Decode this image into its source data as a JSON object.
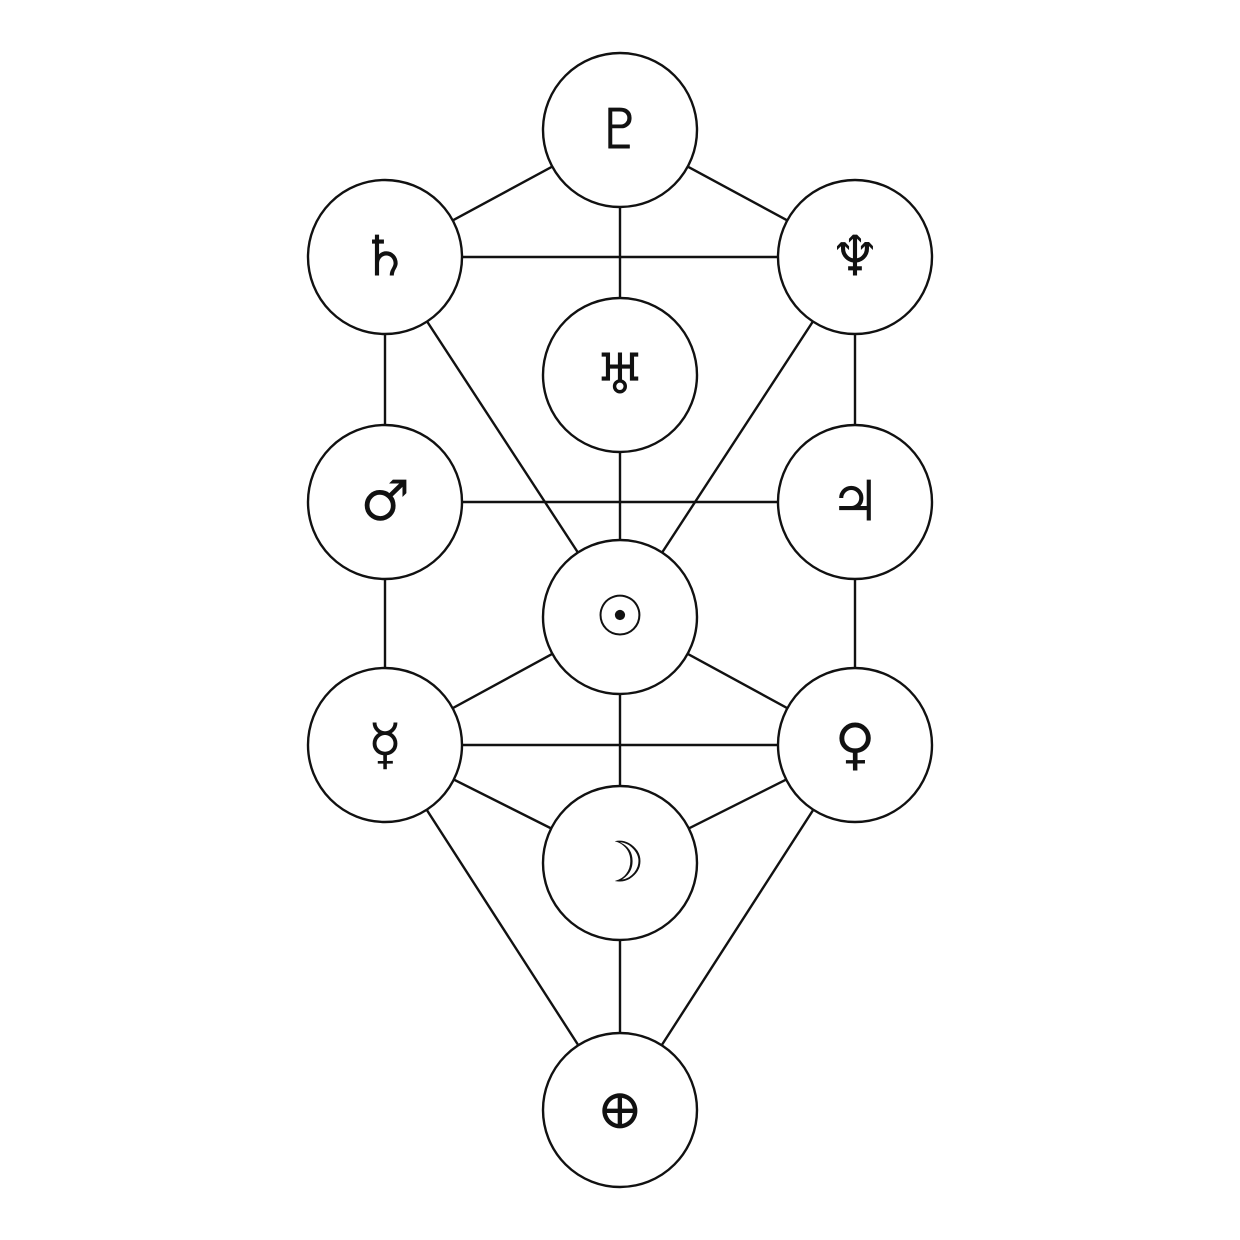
{
  "diagram": {
    "colors": {
      "stroke": "#111111",
      "node_fill": "#ffffff",
      "background": "#ffffff"
    },
    "nodes": [
      {
        "id": "top",
        "symbol": "♇",
        "icon": "pluto-symbol-icon"
      },
      {
        "id: ": "",
        "id": "upper-left",
        "symbol": "♄",
        "icon": "saturn-symbol-icon"
      },
      {
        "id": "upper-right",
        "symbol": "♆",
        "icon": "neptune-symbol-icon"
      },
      {
        "id": "center-upper",
        "symbol": "♅",
        "icon": "uranus-symbol-icon"
      },
      {
        "id": "mid-left",
        "symbol": "♂",
        "icon": "mars-symbol-icon"
      },
      {
        "id": "mid-right",
        "symbol": "♃",
        "icon": "jupiter-symbol-icon"
      },
      {
        "id": "center",
        "symbol": "☉",
        "icon": "sun-symbol-icon"
      },
      {
        "id": "lower-left",
        "symbol": "☿",
        "icon": "mercury-symbol-icon"
      },
      {
        "id": "lower-right",
        "symbol": "♀",
        "icon": "venus-symbol-icon"
      },
      {
        "id": "center-lower",
        "symbol": "☽",
        "icon": "moon-symbol-icon"
      },
      {
        "id": "bottom",
        "symbol": "⊕",
        "icon": "earth-symbol-icon"
      }
    ],
    "edges": [
      [
        "top",
        "upper-left"
      ],
      [
        "top",
        "upper-right"
      ],
      [
        "top",
        "center-upper"
      ],
      [
        "upper-left",
        "upper-right"
      ],
      [
        "upper-left",
        "mid-left"
      ],
      [
        "upper-right",
        "mid-right"
      ],
      [
        "upper-left",
        "center"
      ],
      [
        "upper-right",
        "center"
      ],
      [
        "center-upper",
        "center"
      ],
      [
        "mid-left",
        "mid-right"
      ],
      [
        "mid-left",
        "lower-left"
      ],
      [
        "mid-right",
        "lower-right"
      ],
      [
        "center",
        "lower-left"
      ],
      [
        "center",
        "lower-right"
      ],
      [
        "center",
        "center-lower"
      ],
      [
        "lower-left",
        "lower-right"
      ],
      [
        "lower-left",
        "center-lower"
      ],
      [
        "lower-right",
        "center-lower"
      ],
      [
        "lower-left",
        "bottom"
      ],
      [
        "lower-right",
        "bottom"
      ],
      [
        "center-lower",
        "bottom"
      ]
    ]
  }
}
